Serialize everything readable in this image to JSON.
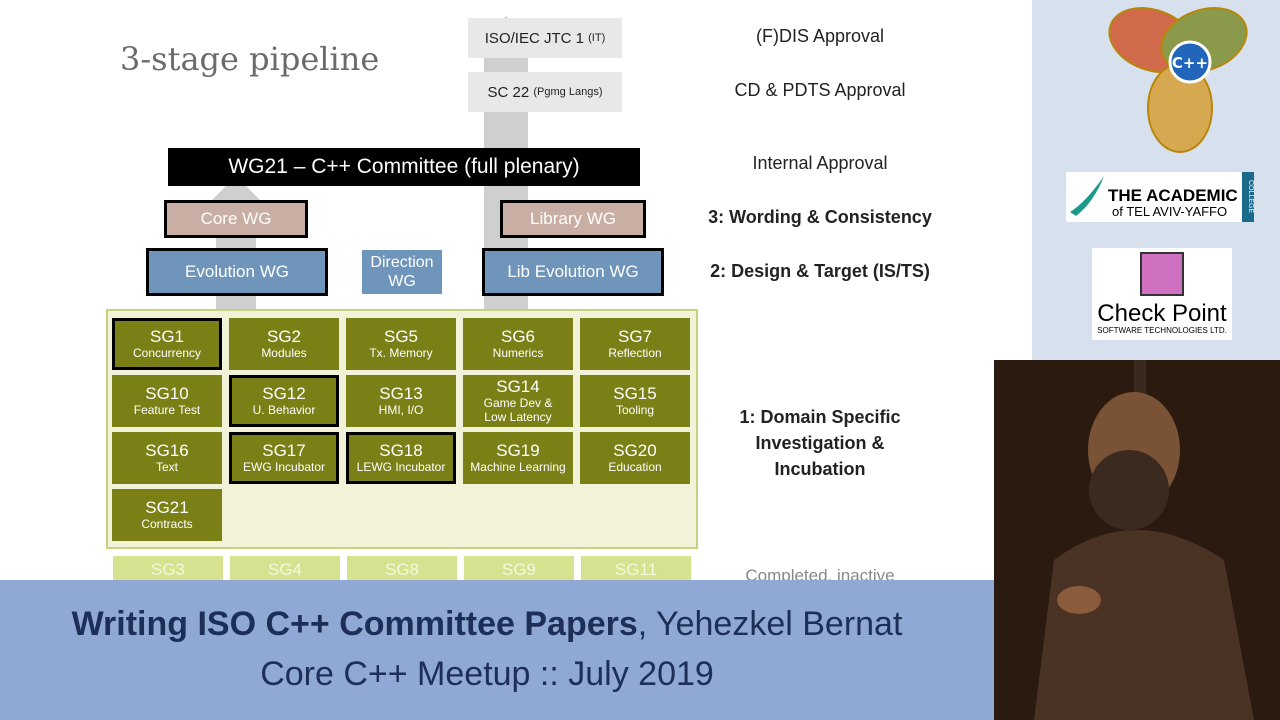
{
  "slide": {
    "title": "3-stage pipeline",
    "iso_boxes": [
      "ISO/IEC JTC 1",
      "(IT)",
      "SC 22",
      "(Pgmg Langs)"
    ],
    "wg21": "WG21 – C++ Committee (full plenary)",
    "core_wg": "Core WG",
    "library_wg": "Library WG",
    "evolution_wg": "Evolution WG",
    "direction_wg": [
      "Direction",
      "WG"
    ],
    "lib_evolution_wg": "Lib Evolution WG",
    "stages": [
      "(F)DIS Approval",
      "CD & PDTS Approval",
      "Internal Approval",
      "3: Wording & Consistency",
      "2: Design & Target (IS/TS)"
    ],
    "stage1": [
      "1: Domain Specific",
      "Investigation &",
      "Incubation"
    ],
    "study_groups": [
      {
        "n": "SG1",
        "d": "Concurrency"
      },
      {
        "n": "SG2",
        "d": "Modules"
      },
      {
        "n": "SG5",
        "d": "Tx. Memory"
      },
      {
        "n": "SG6",
        "d": "Numerics"
      },
      {
        "n": "SG7",
        "d": "Reflection"
      },
      {
        "n": "SG10",
        "d": "Feature Test"
      },
      {
        "n": "SG12",
        "d": "U. Behavior"
      },
      {
        "n": "SG13",
        "d": "HMI, I/O"
      },
      {
        "n": "SG14",
        "d": "Game Dev &"
      },
      {
        "n": "SG15",
        "d": "Tooling"
      },
      {
        "n": "SG16",
        "d": "Text"
      },
      {
        "n": "SG17",
        "d": "EWG Incubator"
      },
      {
        "n": "SG18",
        "d": "LEWG Incubator"
      },
      {
        "n": "SG19",
        "d": "Machine Learning"
      },
      {
        "n": "SG20",
        "d": "Education"
      },
      {
        "n": "SG21",
        "d": "Contracts"
      }
    ],
    "sg14_extra": "Low Latency",
    "inactive": [
      "SG3",
      "SG4",
      "SG8",
      "SG9",
      "SG11"
    ],
    "inactive_label": "Completed, inactive"
  },
  "logos": {
    "academic_line1": "THE ACADEMIC",
    "academic_line2": "of TEL AVIV-YAFFO",
    "academic_side": "COLLEGE",
    "checkpoint": "Check Point",
    "checkpoint_sub": "SOFTWARE TECHNOLOGIES LTD.",
    "cpp_badge": "C++"
  },
  "banner": {
    "title_bold": "Writing ISO C++ Committee Papers",
    "title_rest": ", Yehezkel Bernat",
    "subtitle": "Core C++ Meetup :: July 2019"
  },
  "colors": {
    "sg_green": "#7b8016",
    "wg_blue": "#6f95bb",
    "core_brown": "#c9aea3",
    "banner": "#8fa9d4"
  }
}
